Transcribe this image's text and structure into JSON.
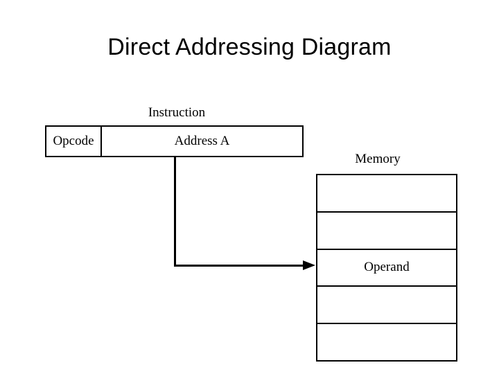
{
  "page": {
    "title": "Direct Addressing Diagram",
    "background_color": "#ffffff",
    "line_color": "#000000",
    "text_color": "#000000"
  },
  "instruction": {
    "caption": "Instruction",
    "fields": [
      {
        "label": "Opcode"
      },
      {
        "label": "Address A"
      }
    ]
  },
  "memory": {
    "caption": "Memory",
    "cells": [
      {
        "label": ""
      },
      {
        "label": ""
      },
      {
        "label": "Operand"
      },
      {
        "label": ""
      },
      {
        "label": ""
      }
    ]
  },
  "connector": {
    "from": "Address A",
    "to": "Operand",
    "arrow": "arrow-right"
  }
}
